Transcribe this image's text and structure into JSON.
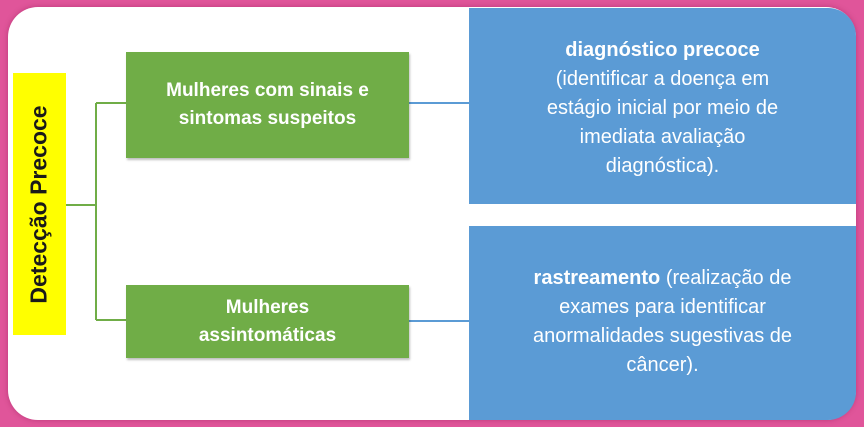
{
  "diagram": {
    "root_label": "Detecção Precoce",
    "branches": [
      {
        "group": "Mulheres com sinais e sintomas suspeitos",
        "group_lines": [
          "Mulheres com sinais e",
          "sintomas suspeitos"
        ],
        "description": {
          "term": "diagnóstico precoce",
          "lines": [
            "(identificar a doença em",
            "estágio inicial por meio de",
            "imediata avaliação",
            "diagnóstica)."
          ]
        }
      },
      {
        "group": "Mulheres assintomáticas",
        "group_lines": [
          "Mulheres",
          "assintomáticas"
        ],
        "description": {
          "term": "rastreamento",
          "first_line_rest": " (realização de",
          "lines": [
            "exames para identificar",
            "anormalidades sugestivas de",
            "câncer)."
          ]
        }
      }
    ]
  },
  "colors": {
    "background": "#e0559a",
    "root": "#ffff00",
    "group": "#70ad47",
    "description": "#5b9bd5",
    "connector": "#70ad47",
    "link": "#5b9bd5"
  }
}
